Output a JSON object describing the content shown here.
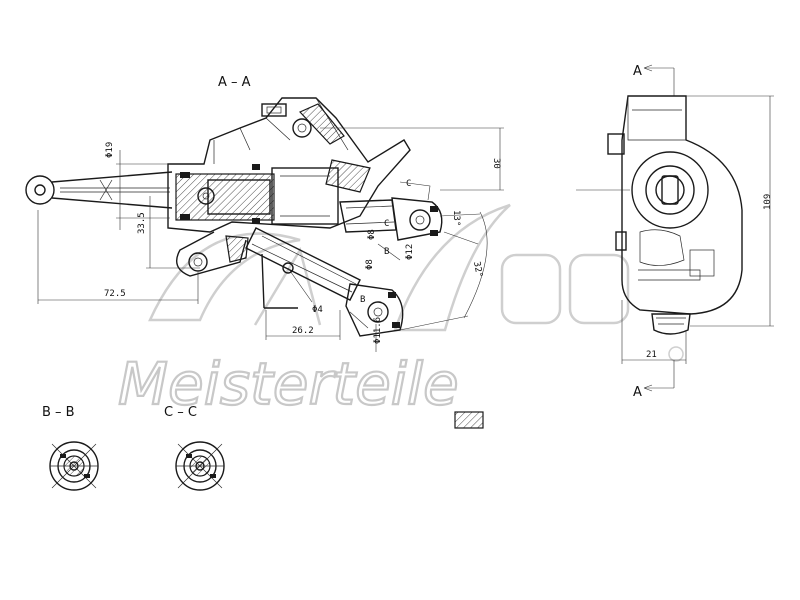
{
  "views": {
    "section_aa": "A – A",
    "section_bb": "B – B",
    "section_cc": "C – C",
    "arrow_a_top": "A",
    "arrow_a_bottom": "A"
  },
  "dimensions": {
    "d19": "Φ19",
    "d33_5": "33.5",
    "d72_5": "72.5",
    "d30": "30",
    "d13": "13°",
    "d32": "32°",
    "d8_top": "Φ8",
    "d12": "Φ12",
    "d8_mid": "Φ8",
    "d4": "Φ4",
    "d26_2": "26.2",
    "d11_6": "Φ11.6",
    "c_top": "C",
    "c_mid": "C",
    "b_mid": "B",
    "b_low": "B",
    "d109": "109",
    "d21": "21"
  },
  "watermark": {
    "text": "Meisterteile"
  }
}
